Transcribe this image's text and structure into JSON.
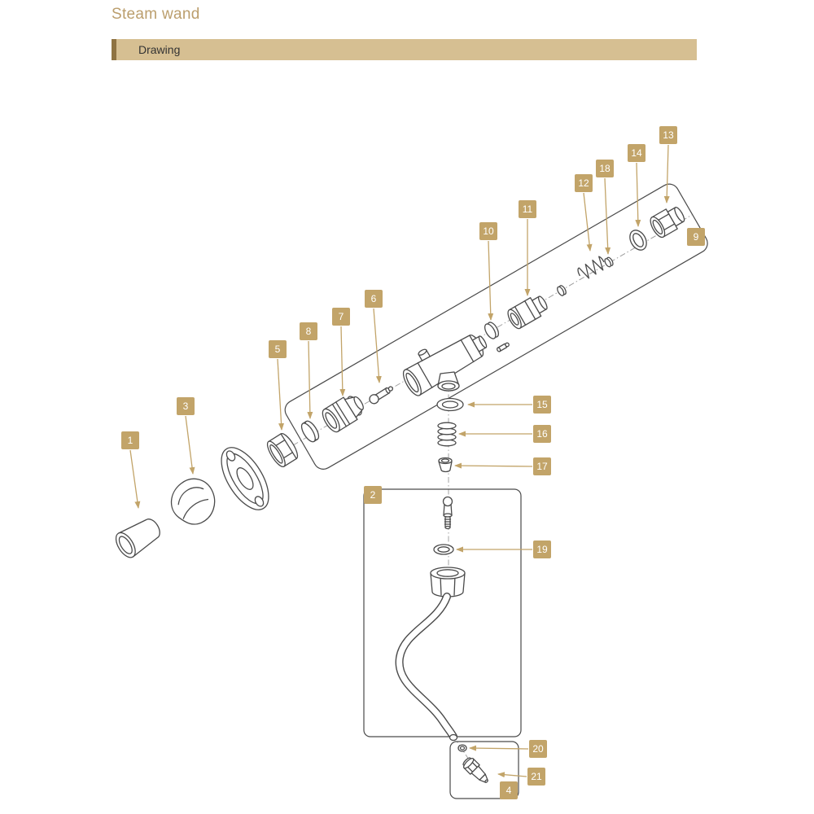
{
  "page": {
    "title": "Steam wand",
    "section_header": "Drawing"
  },
  "colors": {
    "title_gold": "#bb9e6d",
    "header_bar_bg": "#d6bf92",
    "header_bar_accent": "#8f7342",
    "callout_bg": "#c2a469",
    "callout_text": "#ffffff",
    "leader_line": "#c2a469",
    "line_art": "#4a4a4a"
  },
  "diagram": {
    "callouts": [
      {
        "label": "1"
      },
      {
        "label": "2"
      },
      {
        "label": "3"
      },
      {
        "label": "4"
      },
      {
        "label": "5"
      },
      {
        "label": "6"
      },
      {
        "label": "7"
      },
      {
        "label": "8"
      },
      {
        "label": "9"
      },
      {
        "label": "10"
      },
      {
        "label": "11"
      },
      {
        "label": "12"
      },
      {
        "label": "13"
      },
      {
        "label": "14"
      },
      {
        "label": "15"
      },
      {
        "label": "16"
      },
      {
        "label": "17"
      },
      {
        "label": "18"
      },
      {
        "label": "19"
      },
      {
        "label": "20"
      },
      {
        "label": "21"
      }
    ]
  }
}
